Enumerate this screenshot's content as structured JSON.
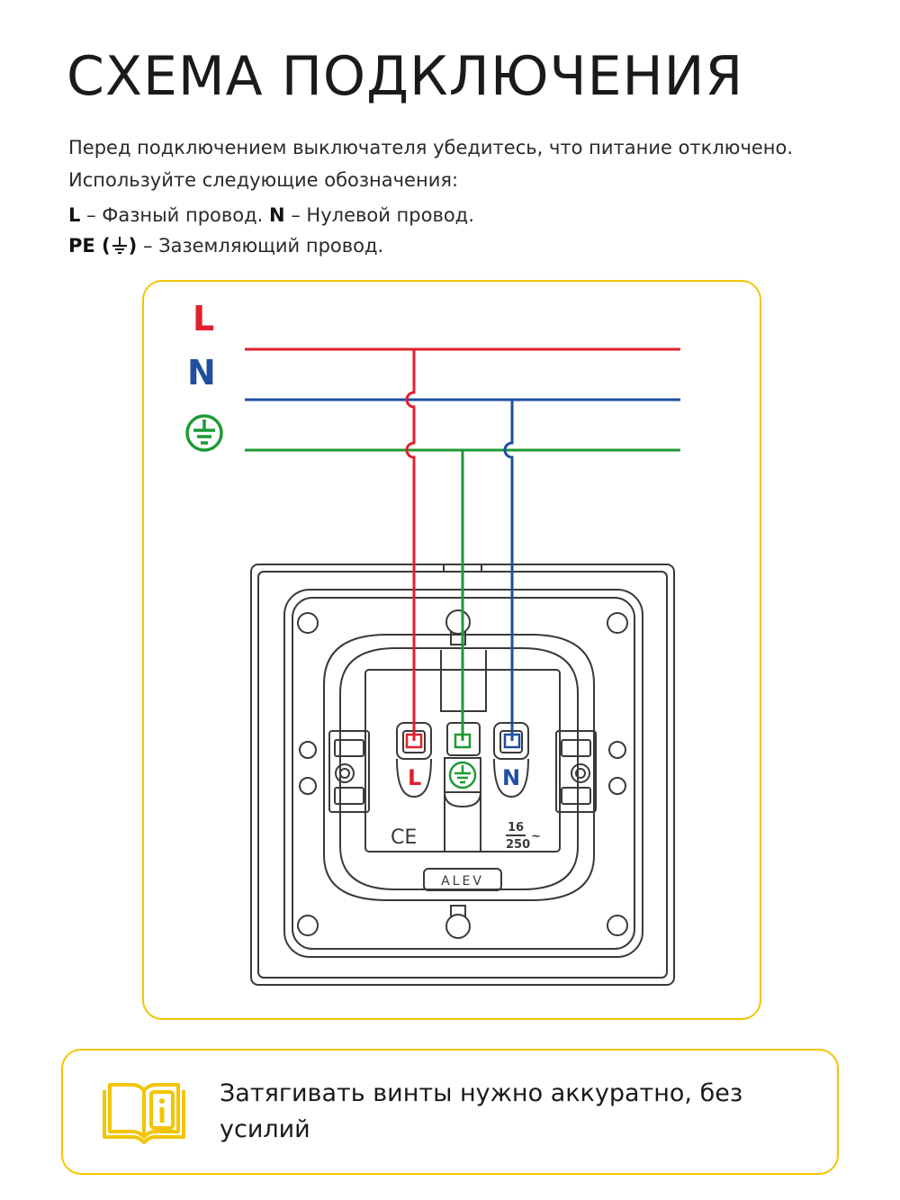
{
  "header": {
    "title": "СХЕМА ПОДКЛЮЧЕНИЯ",
    "intro": "Перед подключением выключателя убедитесь, что питание отключено. Используйте следующие обозначения:"
  },
  "legend": {
    "l_key": "L",
    "l_text": " – Фазный провод. ",
    "n_key": "N",
    "n_text": " – Нулевой провод.",
    "pe_key": "PE",
    "pe_open": " (",
    "pe_close": ")",
    "pe_text": " – Заземляющий провод."
  },
  "diagram": {
    "wire_labels": {
      "l": "L",
      "n": "N"
    },
    "terminal_labels": {
      "l": "L",
      "n": "N"
    },
    "rating_top": "16",
    "rating_bottom": "250",
    "rating_suffix": "~",
    "ce_mark": "CE",
    "brand": "ALEV",
    "colors": {
      "phase": "#e0202c",
      "neutral": "#1f4fa0",
      "ground": "#1e9a34",
      "accent": "#f2c500",
      "device_line": "#3a3a3a"
    }
  },
  "note": {
    "text": "Затягивать винты нужно аккуратно, без усилий",
    "icon": "info-book-icon"
  }
}
